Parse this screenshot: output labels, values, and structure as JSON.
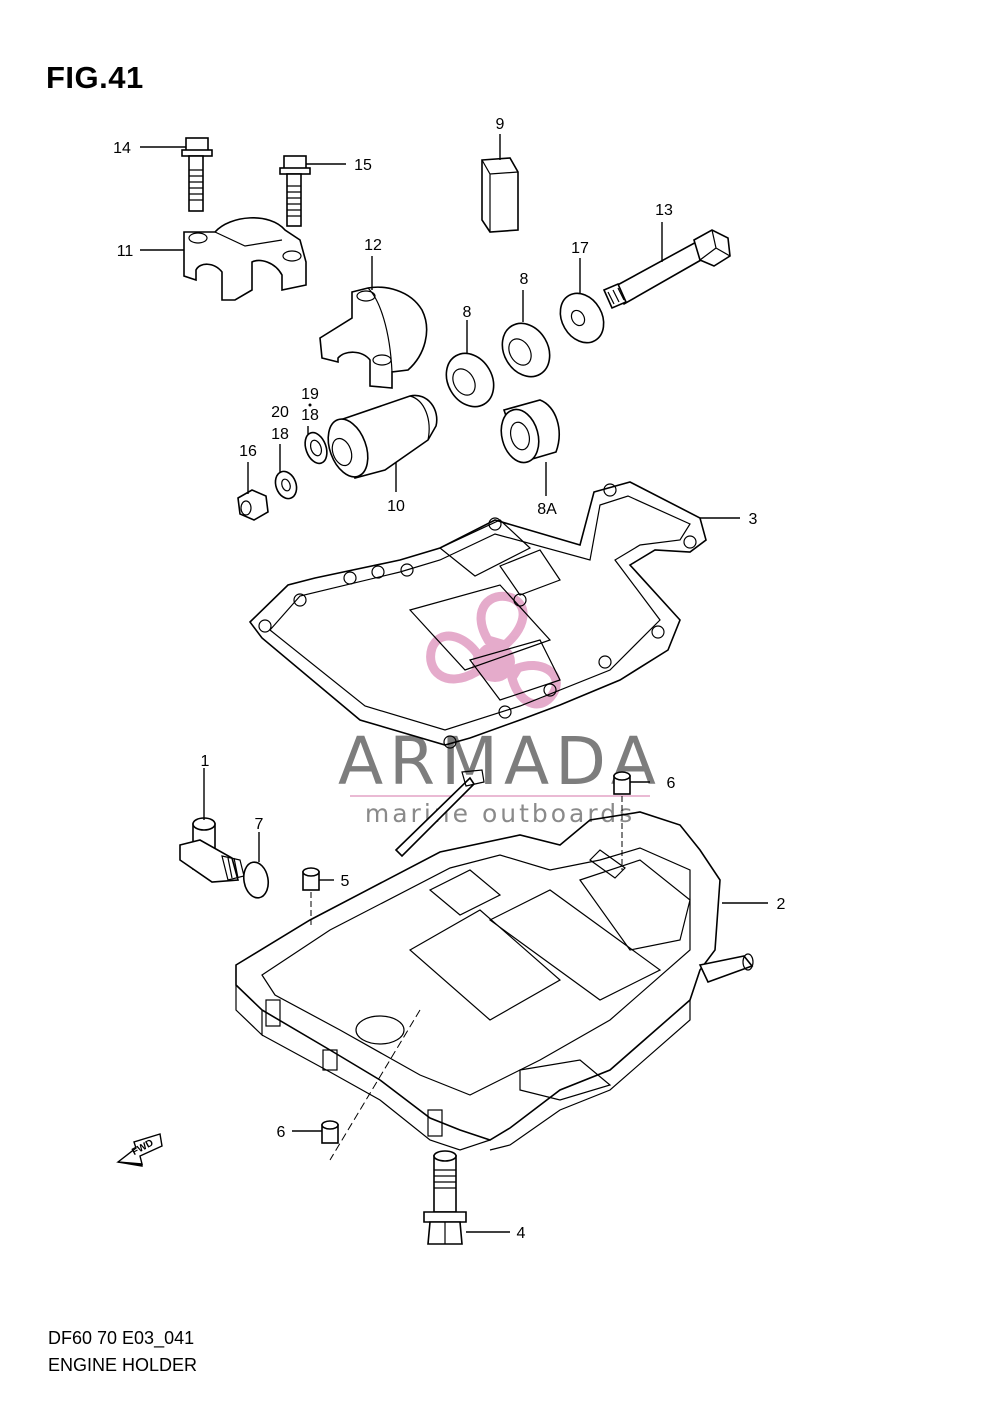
{
  "figure": {
    "title": "FIG.41"
  },
  "footer": {
    "code": "DF60 70 E03_041",
    "name": "ENGINE HOLDER"
  },
  "watermark": {
    "brand": "ARMADA",
    "tagline": "marine outboards",
    "color_text": "#7d7d7d",
    "color_logo": "#e3a3c6"
  },
  "fwd_marker": {
    "label": "FWD"
  },
  "callouts": {
    "c14": "14",
    "c15": "15",
    "c11": "11",
    "c9": "9",
    "c13": "13",
    "c12": "12",
    "c17": "17",
    "c8a": "8",
    "c8b": "8",
    "c19": "19",
    "c20": "20",
    "c18a": "18",
    "c18b": "18",
    "c16": "16",
    "c10": "10",
    "c8A": "8A",
    "c3": "3",
    "c1": "1",
    "c6a": "6",
    "c7": "7",
    "c5": "5",
    "c2": "2",
    "c6b": "6",
    "c4": "4"
  }
}
